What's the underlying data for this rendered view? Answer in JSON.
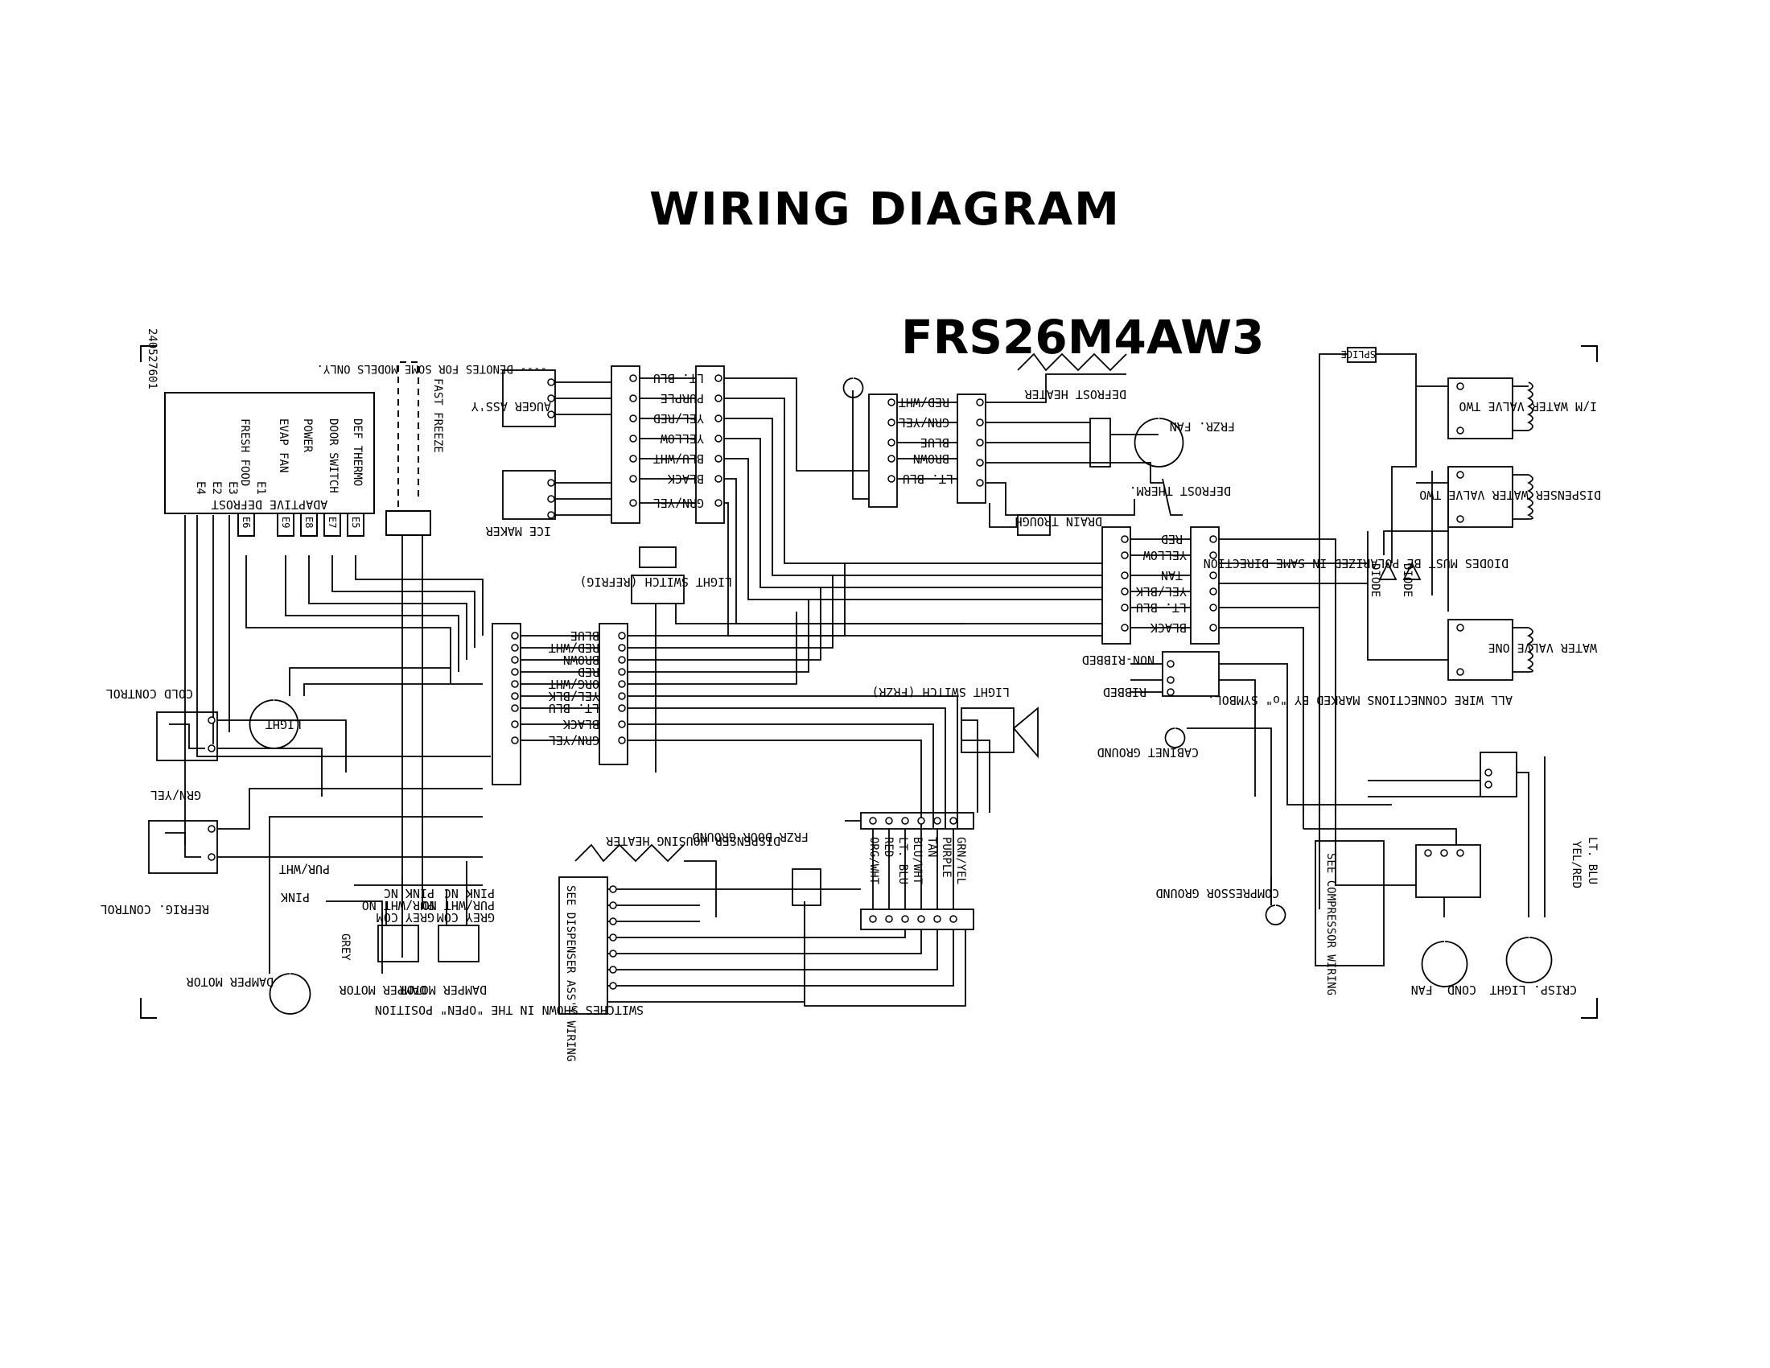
{
  "title": "WIRING DIAGRAM",
  "model": "FRS26M4AW3",
  "notes": {
    "doc_number": "240527601",
    "some_models": "---- DENOTES FOR SOME MODELS ONLY.",
    "switches": "SWITCHES SHOWN IN THE \"OPEN\" POSITION",
    "all_wire": "ALL WIRE CONNECTIONS MARKED BY \"o\" SYMBOL.",
    "diodes": "DIODES MUST BE POLARIZED IN SAME DIRECTION"
  },
  "control_board": {
    "title": "ADAPTIVE DEFROST",
    "labels": [
      "DEF THERMO",
      "DOOR SWITCH",
      "POWER",
      "EVAP FAN",
      "FRESH FOOD"
    ],
    "side": [
      "E1",
      "E2",
      "E3",
      "E4"
    ],
    "terminals": [
      "E5",
      "E7",
      "E8",
      "E9",
      "E6"
    ]
  },
  "components": {
    "fast_freeze": "FAST FREEZE",
    "auger": "AUGER ASS'Y",
    "ice_maker": "ICE MAKER",
    "light_switch_refrig": "LIGHT SWITCH (REFRIG)",
    "light": "LIGHT",
    "cold_control": "COLD CONTROL",
    "refrig_control": "REFRIG. CONTROL",
    "damper_motor": "DAMPER MOTOR",
    "defrost_heater": "DEFROST HEATER",
    "frzr_fan": "FRZR. FAN",
    "defrost_therm": "DEFROST THERM.",
    "drain_trough": "DRAIN TROUGH",
    "light_switch_frzr": "LIGHT SWITCH (FRZR)",
    "cabinet_ground": "CABINET GROUND",
    "compressor_ground": "COMPRESSOR GROUND",
    "see_compressor": "SEE COMPRESSOR WIRING",
    "cond_fan": "COND. FAN",
    "crisp_light": "CRISP. LIGHT",
    "im_valve": "I/M WATER VALVE TWO",
    "dispenser_valve": "DISPENSER WATER VALVE TWO",
    "water_valve_one": "WATER VALVE ONE",
    "diode": "DIODE",
    "splice": "SPLICE",
    "dispenser_heater": "DISPENSER HOUSING HEATER",
    "frzr_door_ground": "FRZR DOOR GROUND",
    "see_dispenser": "SEE DISPENSER ASS'Y WIRING",
    "non_ribbed": "NON-RIBBED",
    "ribbed": "RIBBED",
    "pink_nc": "PINK NC",
    "pur_wht_no": "PUR/WHT NO",
    "grey_com": "GREY COM"
  },
  "wires": {
    "top_left": [
      "LT. BLU",
      "PURPLE",
      "YEL/RED",
      "YELLOW",
      "BLU/WHT",
      "BLACK",
      "GRN/YEL"
    ],
    "top_right": [
      "RED/WHT",
      "GRN/YEL",
      "BLUE",
      "BROWN",
      "LT. BLU"
    ],
    "mid_left": [
      "BLUE",
      "RED/WHT",
      "BROWN",
      "RED",
      "ORG/WHT",
      "YEL/BLK",
      "LT. BLU",
      "BLACK",
      "GRN/YEL"
    ],
    "mid_right": [
      "RED",
      "YELLOW",
      "TAN",
      "YEL/BLK",
      "LT. BLU",
      "BLACK"
    ],
    "bottom": [
      "GRN/YEL",
      "PURPLE",
      "TAN",
      "BLU/WHT",
      "LT. BLU",
      "RED",
      "ORG/WHT"
    ],
    "controls": [
      "GRN/YEL",
      "PUR/WHT",
      "PINK",
      "GREY"
    ],
    "crisp": [
      "LT. BLU",
      "YEL/RED"
    ]
  }
}
